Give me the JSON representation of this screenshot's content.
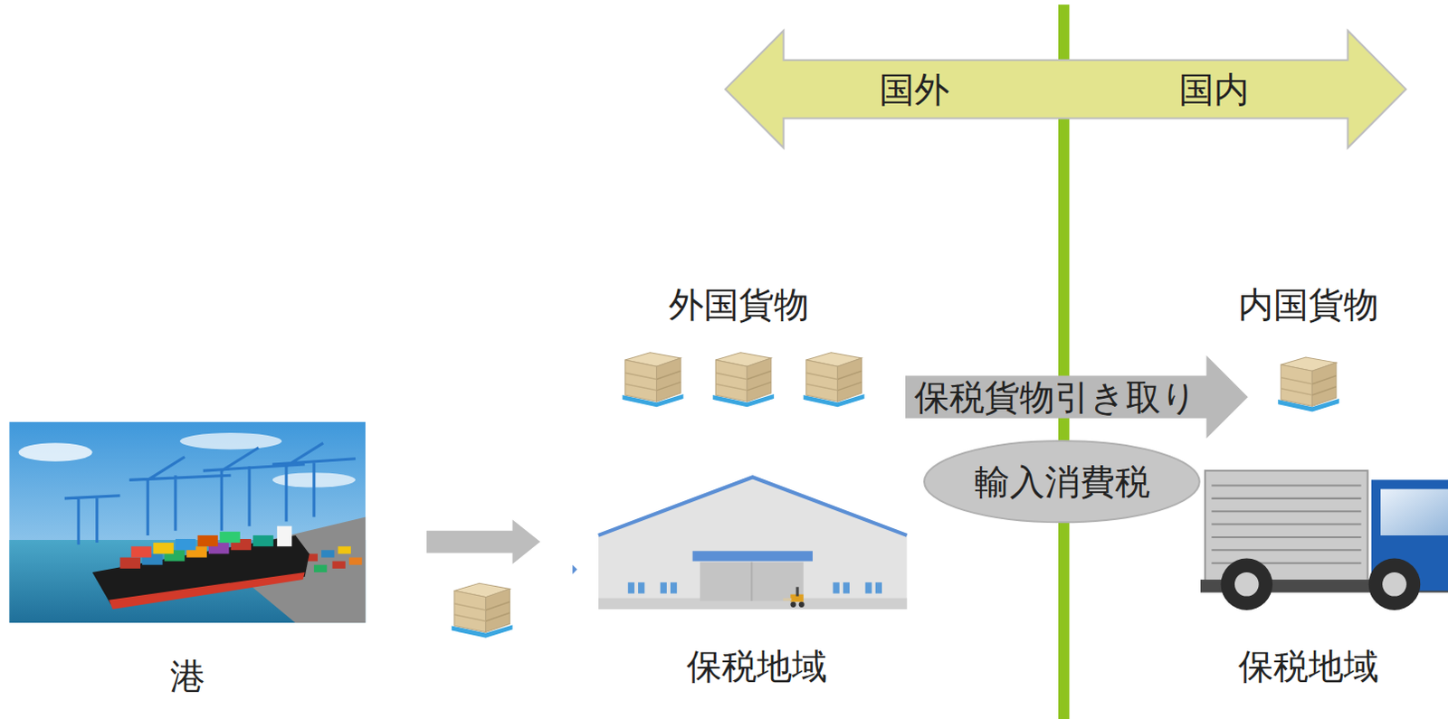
{
  "diagram": {
    "nodes": [
      {
        "text": [
          "国外",
          "国内"
        ]
      },
      {
        "text": [
          "保税貨物引き取り"
        ]
      },
      {
        "text": [
          "輸入消費税"
        ]
      }
    ],
    "labels": [
      "外国貨物",
      "内国貨物",
      "港",
      "保税地域",
      "保税地域"
    ]
  }
}
